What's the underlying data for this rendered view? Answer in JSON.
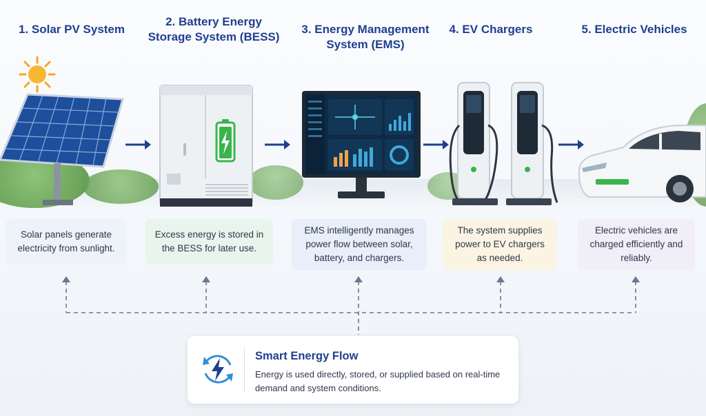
{
  "steps": [
    {
      "title": "1. Solar PV System",
      "desc": "Solar panels generate electricity from sunlight.",
      "color": "#eef3f9"
    },
    {
      "title": "2. Battery Energy Storage System (BESS)",
      "desc": "Excess energy is stored in the BESS for later use.",
      "color": "#e9f4ec"
    },
    {
      "title": "3. Energy Management System (EMS)",
      "desc": "EMS intelligently manages power flow between solar, battery, and chargers.",
      "color": "#e8eefa"
    },
    {
      "title": "4. EV Chargers",
      "desc": "The system supplies power to EV chargers as needed.",
      "color": "#fbf4e3"
    },
    {
      "title": "5. Electric Vehicles",
      "desc": "Electric vehicles are charged efficiently and reliably.",
      "color": "#f1eef8"
    }
  ],
  "flow": {
    "title": "Smart Energy Flow",
    "text": "Energy is used directly, stored, or supplied based on real-time demand and system conditions."
  },
  "colors": {
    "title": "#1f3f8f",
    "arrow": "#1f3f8f",
    "dashed": "#6b7890",
    "green": "#39b54a",
    "screen": "#0f2a44"
  },
  "icons": [
    "sun-icon",
    "battery-icon",
    "lightning-icon",
    "refresh-cycle-icon"
  ]
}
